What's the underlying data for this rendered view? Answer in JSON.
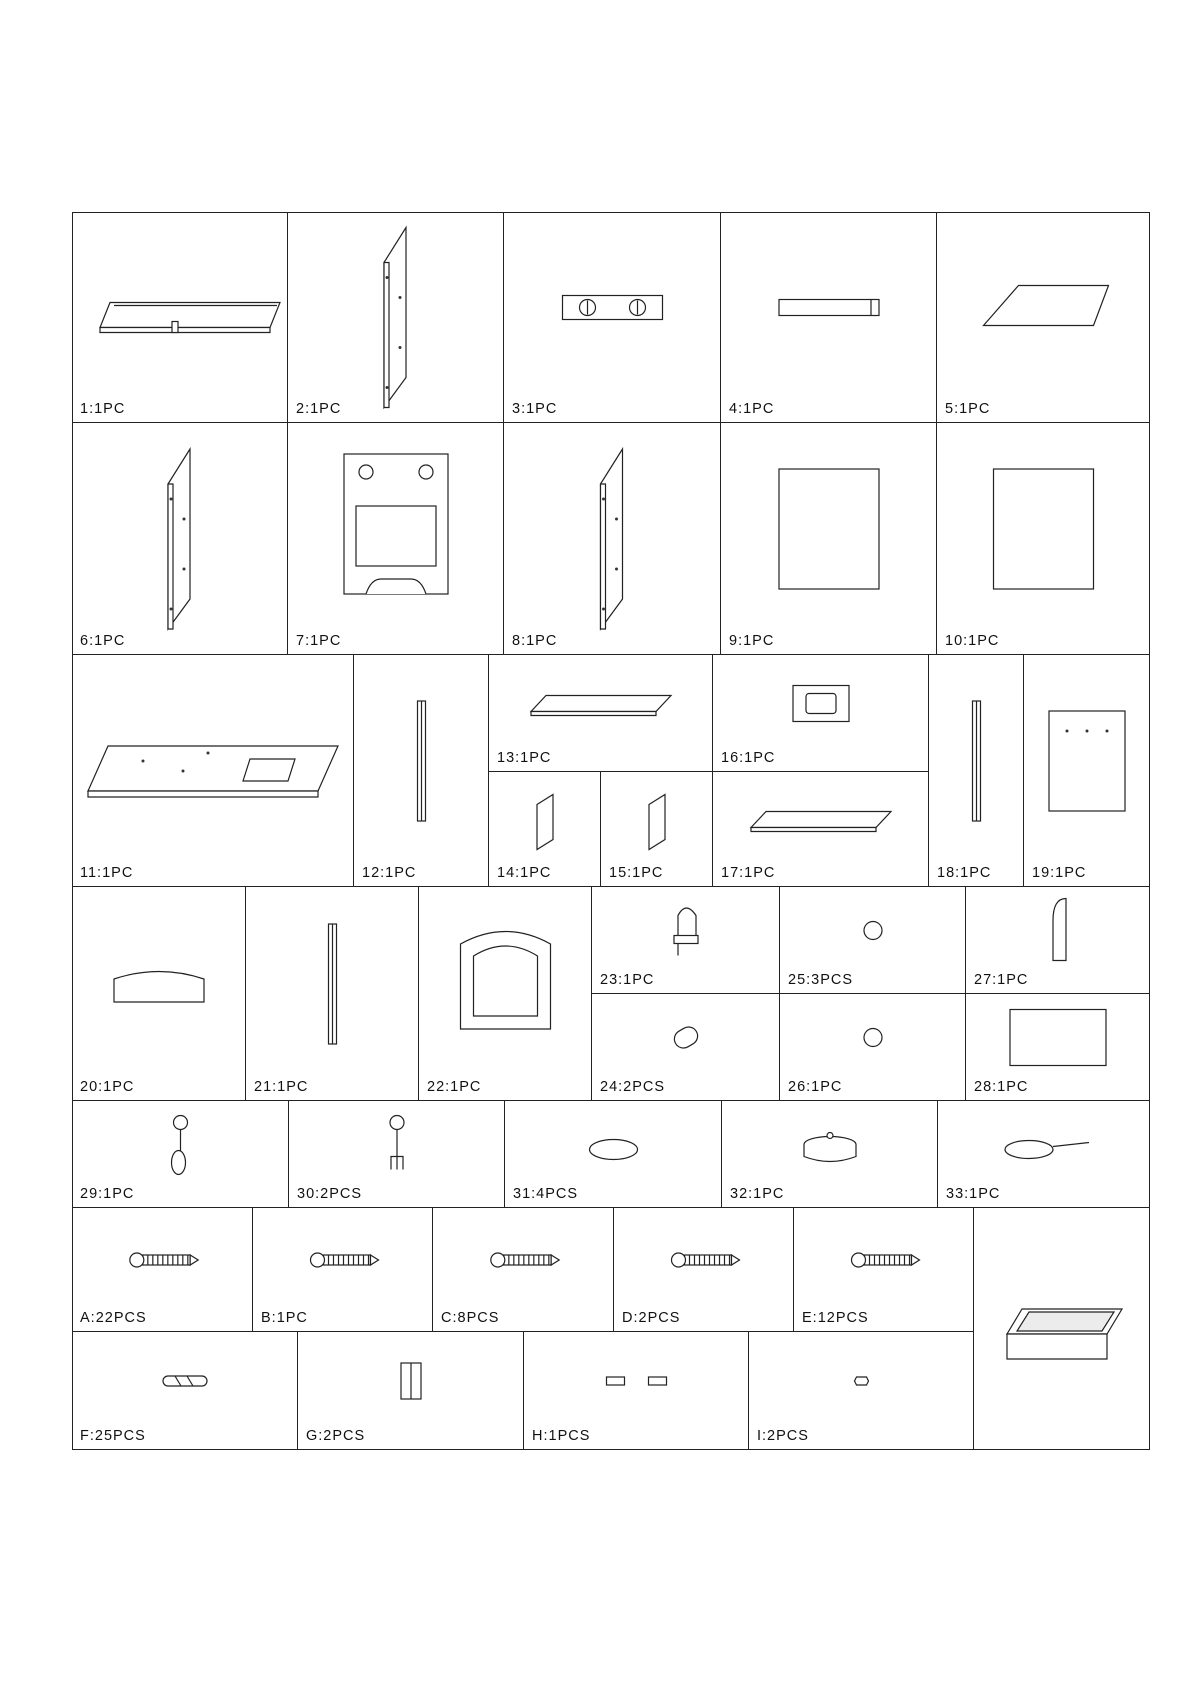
{
  "parts": [
    {
      "label": "1:1PC",
      "icon": "board-with-slot-icon"
    },
    {
      "label": "2:1PC",
      "icon": "side-panel-icon"
    },
    {
      "label": "3:1PC",
      "icon": "knob-bar-icon"
    },
    {
      "label": "4:1PC",
      "icon": "plain-bar-icon"
    },
    {
      "label": "5:1PC",
      "icon": "flat-board-icon"
    },
    {
      "label": "6:1PC",
      "icon": "side-panel-icon"
    },
    {
      "label": "7:1PC",
      "icon": "front-panel-icon"
    },
    {
      "label": "8:1PC",
      "icon": "side-panel-icon"
    },
    {
      "label": "9:1PC",
      "icon": "door-panel-icon"
    },
    {
      "label": "10:1PC",
      "icon": "door-panel-icon"
    },
    {
      "label": "11:1PC",
      "icon": "counter-top-icon"
    },
    {
      "label": "12:1PC",
      "icon": "post-icon"
    },
    {
      "label": "13:1PC",
      "icon": "shelf-board-icon"
    },
    {
      "label": "16:1PC",
      "icon": "sink-frame-icon"
    },
    {
      "label": "18:1PC",
      "icon": "post-icon"
    },
    {
      "label": "19:1PC",
      "icon": "back-panel-icon"
    },
    {
      "label": "14:1PC",
      "icon": "small-block-icon"
    },
    {
      "label": "15:1PC",
      "icon": "small-block-icon"
    },
    {
      "label": "17:1PC",
      "icon": "shelf-board-icon"
    },
    {
      "label": "20:1PC",
      "icon": "arch-board-icon"
    },
    {
      "label": "21:1PC",
      "icon": "post-icon"
    },
    {
      "label": "22:1PC",
      "icon": "oven-door-icon"
    },
    {
      "label": "23:1PC",
      "icon": "faucet-icon"
    },
    {
      "label": "25:3PCS",
      "icon": "knob-icon"
    },
    {
      "label": "27:1PC",
      "icon": "hook-icon"
    },
    {
      "label": "24:2PCS",
      "icon": "handle-icon"
    },
    {
      "label": "26:1PC",
      "icon": "knob-icon"
    },
    {
      "label": "28:1PC",
      "icon": "panel-icon"
    },
    {
      "label": "29:1PC",
      "icon": "spoon-icon"
    },
    {
      "label": "30:2PCS",
      "icon": "fork-icon"
    },
    {
      "label": "31:4PCS",
      "icon": "burner-icon"
    },
    {
      "label": "32:1PC",
      "icon": "pot-icon"
    },
    {
      "label": "33:1PC",
      "icon": "pan-icon"
    },
    {
      "label": "A:22PCS",
      "icon": "screw-icon"
    },
    {
      "label": "B:1PC",
      "icon": "screw-icon"
    },
    {
      "label": "C:8PCS",
      "icon": "screw-icon"
    },
    {
      "label": "D:2PCS",
      "icon": "screw-icon"
    },
    {
      "label": "E:12PCS",
      "icon": "screw-icon"
    },
    {
      "label": "",
      "icon": "sink-basin-icon"
    },
    {
      "label": "F:25PCS",
      "icon": "dowel-icon"
    },
    {
      "label": "G:2PCS",
      "icon": "hinge-icon"
    },
    {
      "label": "H:1PCS",
      "icon": "latch-icon"
    },
    {
      "label": "I:2PCS",
      "icon": "nut-icon"
    }
  ]
}
